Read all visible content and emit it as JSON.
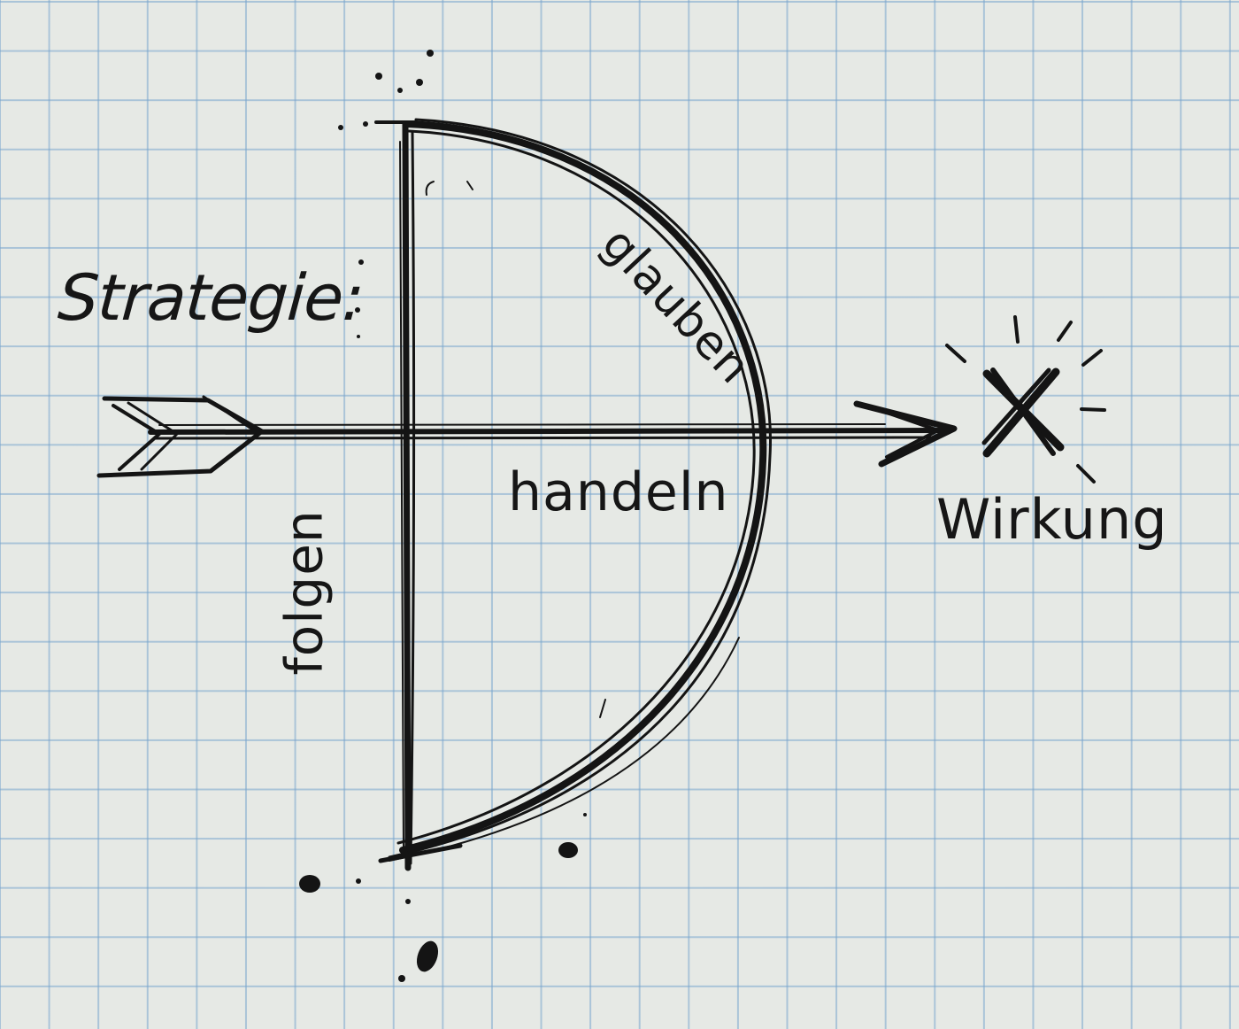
{
  "sketch": {
    "title": "Strategie:",
    "labels": {
      "strategy": "Strategie:",
      "believe": "glauben",
      "act": "handeln",
      "follow": "folgen",
      "effect": "Wirkung"
    },
    "icons": {
      "bow": "bow-icon",
      "arrow": "arrow-icon",
      "target": "x-target-icon"
    }
  },
  "colors": {
    "paper": "#e6e9e5",
    "grid": "#8fb6d6",
    "ink": "#141414"
  }
}
